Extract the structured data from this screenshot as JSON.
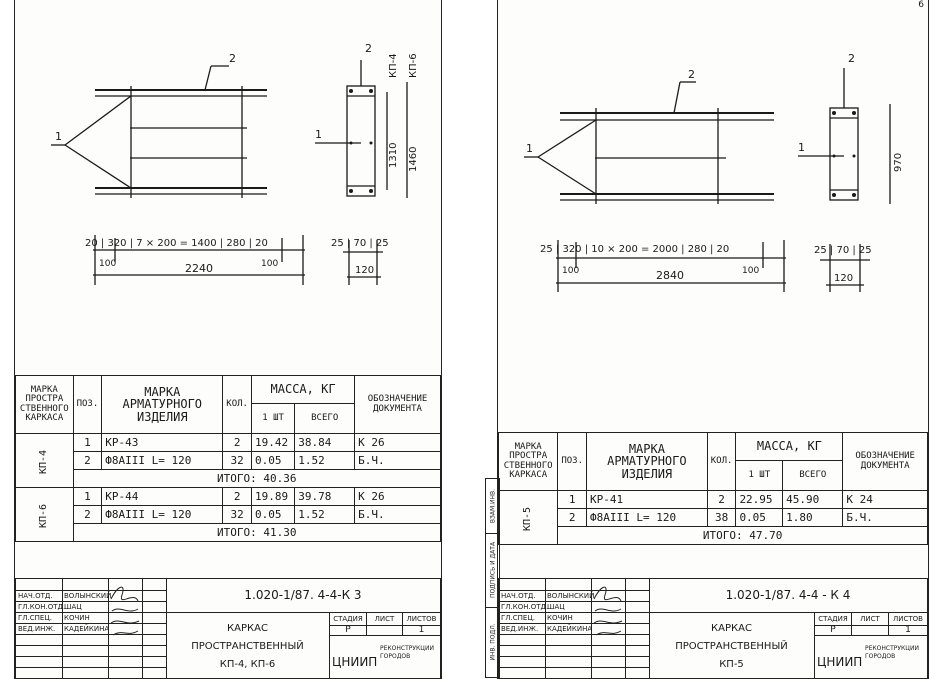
{
  "sheets": [
    {
      "page_number": "",
      "drawing": {
        "callout_1": "1",
        "callout_2": "2",
        "dim_top": "20 | 320 | 7 × 200 = 1400 | 280 | 20",
        "dim_100_left": "100",
        "dim_100_right": "100",
        "dim_total": "2240",
        "side_labels": [
          "КП-4",
          "КП-6"
        ],
        "side_callout": "2",
        "side_callout_1": "1",
        "side_dim_inner": "1310",
        "side_dim_outer": "1460",
        "side_dim_bottom": "25 | 70 | 25",
        "side_dim_total": "120"
      },
      "table": {
        "h_marka_prostr": "МАРКА ПРОСТРА СТВЕННОГО КАРКАСА",
        "h_poz": "ПОЗ.",
        "h_marka_arm": "МАРКА АРМАТУРНОГО ИЗДЕЛИЯ",
        "h_kol": "КОЛ.",
        "h_massa": "МАССА, КГ",
        "h_1sht": "1 ШТ",
        "h_vsego": "ВСЕГО",
        "h_oboz": "ОБОЗНАЧЕНИЕ ДОКУМЕНТА",
        "groups": [
          {
            "name": "КП-4",
            "rows": [
              {
                "poz": "1",
                "item": "КР-43",
                "kol": "2",
                "m1": "19.42",
                "mall": "38.84",
                "doc": "К 26"
              },
              {
                "poz": "2",
                "item": "Ф8АIII    L= 120",
                "kol": "32",
                "m1": "0.05",
                "mall": "1.52",
                "doc": "Б.Ч."
              }
            ],
            "total": "ИТОГО:  40.36"
          },
          {
            "name": "КП-6",
            "rows": [
              {
                "poz": "1",
                "item": "КР-44",
                "kol": "2",
                "m1": "19.89",
                "mall": "39.78",
                "doc": "К 26"
              },
              {
                "poz": "2",
                "item": "Ф8АIII    L= 120",
                "kol": "32",
                "m1": "0.05",
                "mall": "1.52",
                "doc": "Б.Ч."
              }
            ],
            "total": "ИТОГО:  41.30"
          }
        ]
      },
      "title_block": {
        "signatures": [
          {
            "role": "НАЧ.ОТД.",
            "name": "ВОЛЫНСКИЙ"
          },
          {
            "role": "ГЛ.КОН.ОТД.",
            "name": "ШАЦ"
          },
          {
            "role": "ГЛ.СПЕЦ.",
            "name": "КОЧИН"
          },
          {
            "role": "ВЕД.ИНЖ.",
            "name": "КАДЕЙКИНА"
          }
        ],
        "code": "1.020-1/87. 4-4-К 3",
        "title_lines": [
          "КАРКАС",
          "ПРОСТРАНСТВЕННЫЙ",
          "КП-4, КП-6"
        ],
        "stage_h": "СТАДИЯ",
        "sheet_h": "ЛИСТ",
        "sheets_h": "ЛИСТОВ",
        "stage": "Р",
        "sheet": "1",
        "sheets": "",
        "org": "ЦНИИП",
        "org_sub": "РЕКОНСТРУКЦИИ ГОРОДОВ"
      }
    },
    {
      "page_number": "6",
      "drawing": {
        "callout_1": "1",
        "callout_2": "2",
        "dim_top": "25 | 320 | 10 × 200 = 2000 | 280 | 20",
        "dim_100_left": "100",
        "dim_100_right": "100",
        "dim_total": "2840",
        "side_callout": "2",
        "side_callout_1": "1",
        "side_dim_outer": "970",
        "side_dim_bottom": "25 | 70 | 25",
        "side_dim_total": "120"
      },
      "table": {
        "h_marka_prostr": "МАРКА ПРОСТРА СТВЕННОГО КАРКАСА",
        "h_poz": "ПОЗ.",
        "h_marka_arm": "МАРКА АРМАТУРНОГО ИЗДЕЛИЯ",
        "h_kol": "КОЛ.",
        "h_massa": "МАССА, КГ",
        "h_1sht": "1 ШТ",
        "h_vsego": "ВСЕГО",
        "h_oboz": "ОБОЗНАЧЕНИЕ ДОКУМЕНТА",
        "groups": [
          {
            "name": "КП-5",
            "rows": [
              {
                "poz": "1",
                "item": "КР-41",
                "kol": "2",
                "m1": "22.95",
                "mall": "45.90",
                "doc": "К 24"
              },
              {
                "poz": "2",
                "item": "Ф8АIII    L= 120",
                "kol": "38",
                "m1": "0.05",
                "mall": "1.80",
                "doc": "Б.Ч."
              }
            ],
            "total": "ИТОГО:  47.70"
          }
        ]
      },
      "stamp": [
        "ВЗАМ.ИНВ.",
        "ПОДПИСЬ И ДАТА",
        "ИНВ. ПОДЛ."
      ],
      "title_block": {
        "signatures": [
          {
            "role": "НАЧ.ОТД.",
            "name": "ВОЛЫНСКИЙ"
          },
          {
            "role": "ГЛ.КОН.ОТД.",
            "name": "ШАЦ"
          },
          {
            "role": "ГЛ.СПЕЦ.",
            "name": "КОЧИН"
          },
          {
            "role": "ВЕД.ИНЖ.",
            "name": "КАДЕЙКИНА"
          }
        ],
        "code": "1.020-1/87. 4-4 - К 4",
        "title_lines": [
          "КАРКАС",
          "ПРОСТРАНСТВЕННЫЙ",
          "КП-5"
        ],
        "stage_h": "СТАДИЯ",
        "sheet_h": "ЛИСТ",
        "sheets_h": "ЛИСТОВ",
        "stage": "Р",
        "sheet": "1",
        "sheets": "",
        "org": "ЦНИИП",
        "org_sub": "РЕКОНСТРУКЦИИ ГОРОДОВ"
      }
    }
  ]
}
